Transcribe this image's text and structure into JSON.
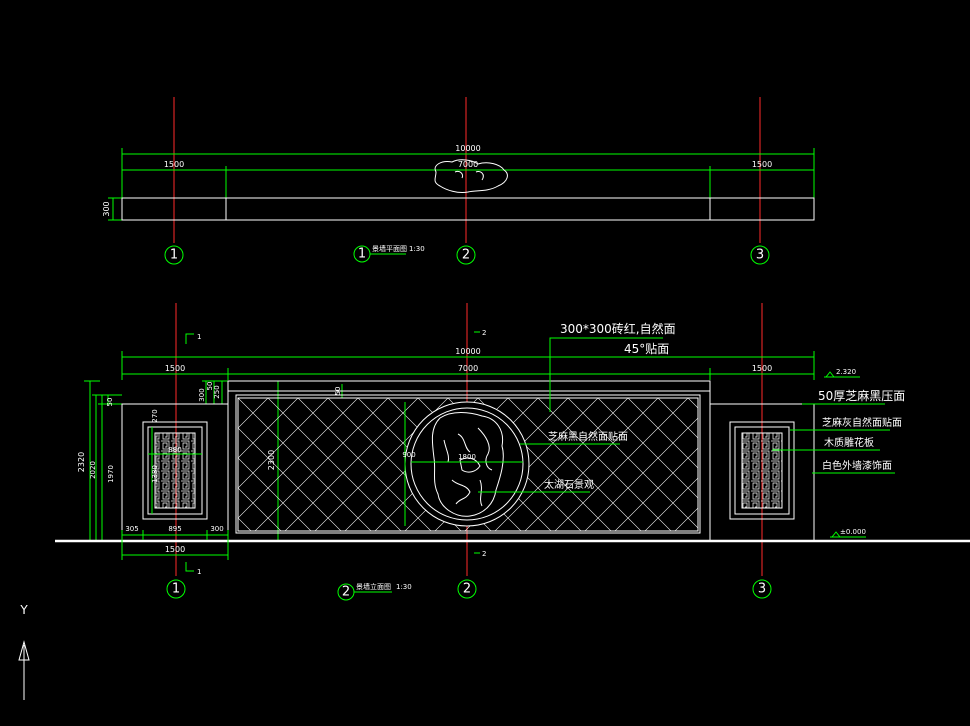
{
  "colors": {
    "background": "#000000",
    "linework": "#ffffff",
    "dimension": "#00ff00",
    "axis": "#ff2a2a"
  },
  "plan": {
    "title": "景墙平面图",
    "scale": "1:30",
    "tag": "1",
    "dims_top": {
      "total": "10000",
      "left": "1500",
      "center": "7000",
      "right": "1500"
    },
    "dim_depth": "300",
    "axes": [
      "1",
      "2",
      "3"
    ]
  },
  "elevation": {
    "title": "景墙立面图",
    "scale": "1:30",
    "tag": "2",
    "dims_top": {
      "total": "10000",
      "left": "1500",
      "center": "7000",
      "right": "1500"
    },
    "dims_left": {
      "total": "2320",
      "mid": "2020",
      "inner": "1970",
      "small": "50"
    },
    "dims_center": {
      "h1": "50",
      "h2": "250",
      "h3": "300",
      "panel_h": "2300",
      "small_side": "50"
    },
    "dims_bottom": {
      "a": "305",
      "b": "895",
      "c": "300",
      "total": "1500"
    },
    "small_box": {
      "w": "880",
      "h": "1380",
      "s": "270"
    },
    "circle_dims": {
      "d": "1800",
      "r": "900"
    },
    "section_marks": {
      "mark1": "1",
      "mark2": "2"
    },
    "notes": {
      "tile": "300*300砖红,自然面",
      "tile_angle": "45°贴面",
      "stone_face": "芝麻黑自然面贴面",
      "rock": "太湖石景观",
      "cap": "50厚芝麻黑压面",
      "side_face": "芝麻灰自然面贴面",
      "wood": "木质雕花板",
      "paint": "白色外墙漆饰面"
    },
    "levels": {
      "top": "2.320",
      "ground": "±0.000"
    },
    "axes": [
      "1",
      "2",
      "3"
    ]
  },
  "ucs": {
    "y_label": "Y"
  }
}
